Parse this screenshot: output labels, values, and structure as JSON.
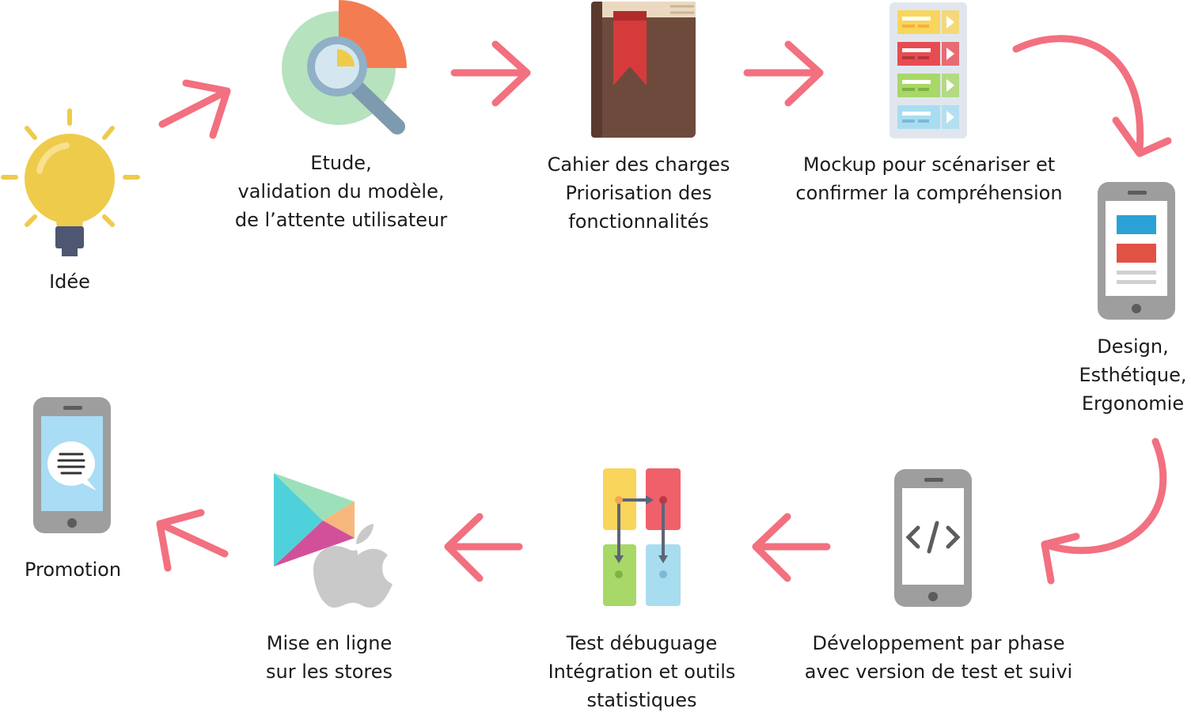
{
  "colors": {
    "arrow": "#F2707F",
    "bulb": "#EFCB4B",
    "book": "#6E4A3D",
    "phone_body": "#9E9E9E"
  },
  "steps": [
    {
      "icon": "lightbulb-icon",
      "lines": [
        "Idée"
      ]
    },
    {
      "icon": "analysis-magnifier-icon",
      "lines": [
        "Etude,",
        "validation du modèle,",
        "de l’attente utilisateur"
      ]
    },
    {
      "icon": "specification-book-icon",
      "lines": [
        "Cahier des charges",
        "Priorisation des",
        "fonctionnalités"
      ]
    },
    {
      "icon": "mockup-screens-icon",
      "lines": [
        "Mockup pour scénariser et",
        "confirmer la compréhension"
      ]
    },
    {
      "icon": "design-phone-icon",
      "lines": [
        "Design,",
        "Esthétique,",
        "Ergonomie"
      ]
    },
    {
      "icon": "code-phone-icon",
      "lines": [
        "Développement par phase",
        "avec version de test et suivi"
      ]
    },
    {
      "icon": "debug-flow-icon",
      "lines": [
        "Test débuguage",
        "Intégration et outils",
        "statistiques"
      ]
    },
    {
      "icon": "app-stores-icon",
      "lines": [
        "Mise en ligne",
        "sur les stores"
      ]
    },
    {
      "icon": "promotion-phone-icon",
      "lines": [
        "Promotion"
      ]
    }
  ]
}
